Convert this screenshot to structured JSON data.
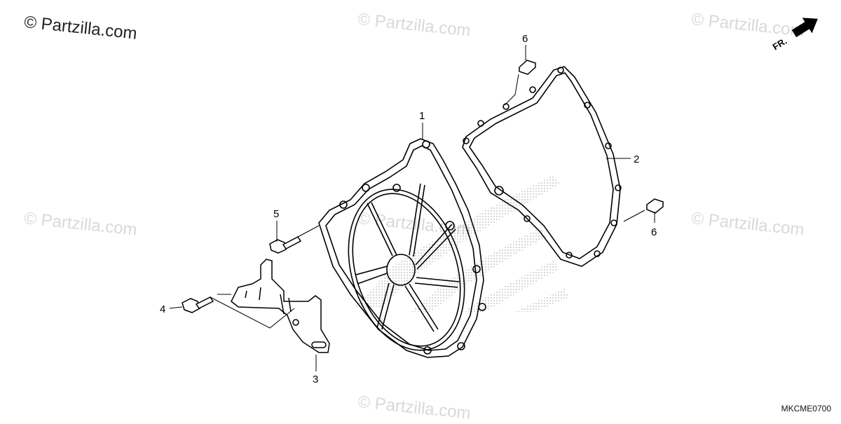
{
  "brand": {
    "text": "© Partzilla.com"
  },
  "watermarks": [
    "© Partzilla.com",
    "© Partzilla.com",
    "© Partzilla.com",
    "© Partzilla.com",
    "© Partzilla.com",
    "© Partzilla.com"
  ],
  "front_indicator": {
    "label": "FR."
  },
  "callouts": {
    "c1": "1",
    "c2": "2",
    "c3": "3",
    "c4": "4",
    "c5": "5",
    "c6a": "6",
    "c6b": "6"
  },
  "diagram_code": "MKCME0700",
  "colors": {
    "line": "#000000",
    "watermark": "#d9d9d9",
    "background": "#ffffff"
  }
}
